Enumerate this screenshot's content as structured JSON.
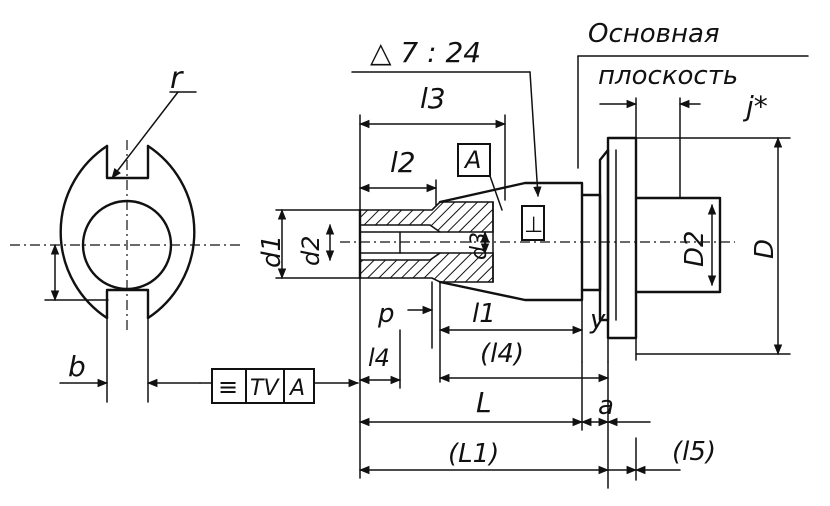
{
  "labels": {
    "r": "r",
    "b": "b",
    "taper": "△ 7 : 24",
    "plane_line1": "Основная",
    "plane_line2": "плоскость",
    "j": "j*",
    "l3": "l3",
    "l2": "l2",
    "A_box": "A",
    "d1": "d1",
    "d2": "d2",
    "d3": "d3",
    "D2": "D2",
    "D": "D",
    "p": "p",
    "l1": "l1",
    "y": "y",
    "l4": "l4",
    "l4_paren": "(l4)",
    "L": "L",
    "a": "a",
    "L1_paren": "(L1)",
    "l5_paren": "(l5)",
    "tol_sym": "≡",
    "tol_value": "TV",
    "tol_datum": "A",
    "perp_sym": "⊥"
  }
}
